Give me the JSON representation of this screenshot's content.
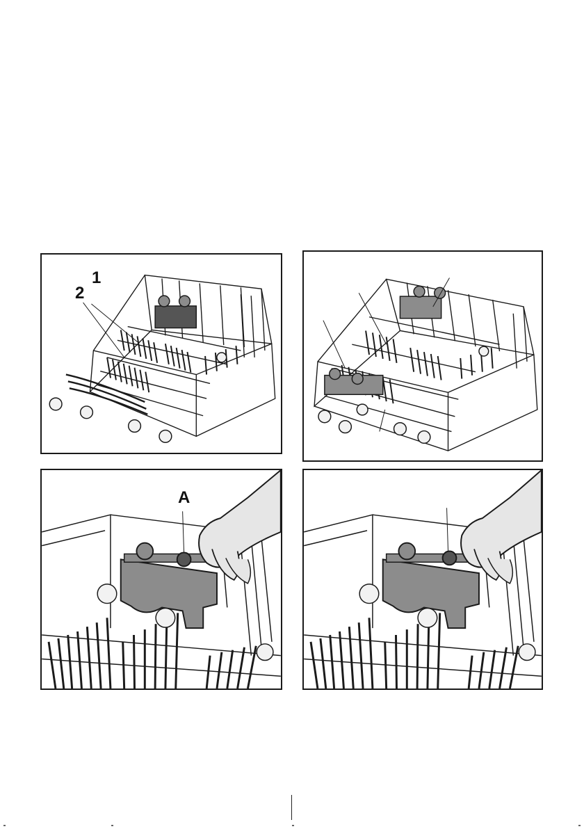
{
  "figure1": {
    "callouts": [
      "1",
      "2"
    ]
  },
  "figure2": {
    "callouts": []
  },
  "figure3": {
    "callouts": [
      "A"
    ]
  },
  "figure4": {
    "callouts": []
  },
  "colors": {
    "ink": "#1a1a1a",
    "plastic": "#8c8c8c",
    "plastic_dark": "#555555",
    "hand": "#e6e6e6"
  }
}
